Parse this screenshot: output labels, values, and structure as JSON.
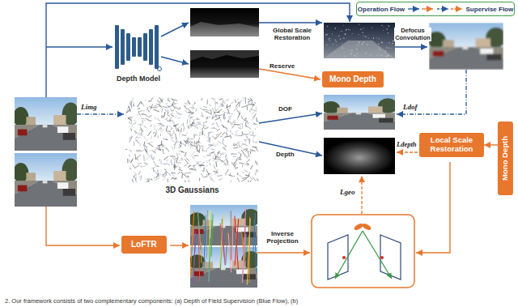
{
  "diagram": {
    "caption": "2. Our framework consists of two complementary components: (a) Depth of Field Supervision (Blue Flow), (b)",
    "nodes": [
      {
        "text": [
          "Depth Model"
        ]
      },
      {
        "text": [
          "Mono Depth"
        ]
      },
      {
        "text": [
          "3D Gaussians"
        ]
      },
      {
        "text": [
          "Local Scale Restoration"
        ]
      },
      {
        "text": [
          "Mono Depth"
        ]
      },
      {
        "text": [
          "LoFTR"
        ]
      }
    ],
    "edges": [
      {
        "from": 4,
        "to": 3,
        "arrow": "to"
      }
    ],
    "labels": [
      "Global Scale Restoration",
      "Reserve",
      "Defocus Convolution",
      "Limg",
      "DOF",
      "Depth",
      "Ldof",
      "Ldepth",
      "Lgeo",
      "Inverse Projection"
    ],
    "legend": [
      {
        "text": "Operation Flow"
      },
      {
        "text": "Supervise Flow"
      }
    ]
  }
}
